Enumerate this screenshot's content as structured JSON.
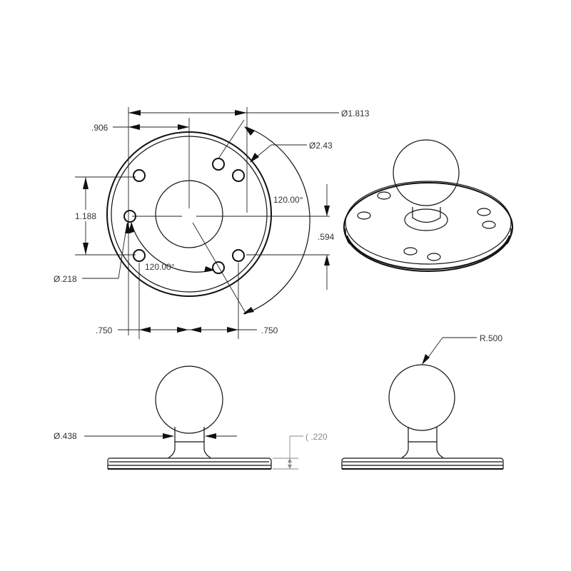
{
  "drawing": {
    "type": "technical-drawing",
    "subject": "round ball mount base",
    "views": [
      "top-view",
      "isometric-view",
      "front-view",
      "side-view"
    ],
    "colors": {
      "line": "#111111",
      "text": "#333333",
      "background": "#ffffff",
      "faint": "#888888"
    }
  },
  "top_view": {
    "dimensions": {
      "bolt_circle_diameter": "Ø1.813",
      "outer_diameter": "Ø2.43",
      "offset_x": ".906",
      "hole_spacing_v": "1.188",
      "hole_spacing_v_small": ".594",
      "hole_diameter": "Ø.218",
      "angle_a": "120.00°",
      "angle_b": "120.00°",
      "spacing_left": ".750",
      "spacing_right": ".750"
    }
  },
  "front_view": {
    "dimensions": {
      "neck_diameter": "Ø.438",
      "base_thickness": "( .220"
    }
  },
  "side_view": {
    "dimensions": {
      "ball_radius": "R.500"
    }
  }
}
